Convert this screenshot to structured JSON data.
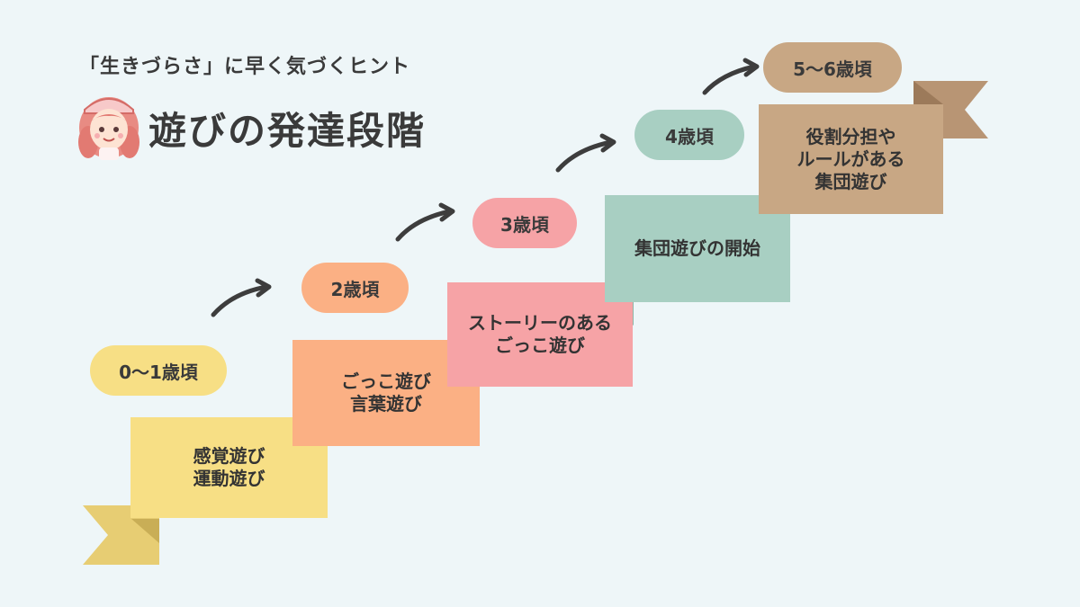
{
  "header": {
    "subtitle": "「生きづらさ」に早く気づくヒント",
    "title": "遊びの発達段階"
  },
  "colors": {
    "background": "#eef6f8",
    "stage1": "#f7df85",
    "stage2": "#fbb084",
    "stage3": "#f6a3a6",
    "stage4": "#a8cfc2",
    "stage5": "#c8a784"
  },
  "stages": [
    {
      "age": "0〜1歳頃",
      "activity": "感覚遊び\n運動遊び"
    },
    {
      "age": "2歳頃",
      "activity": "ごっこ遊び\n言葉遊び"
    },
    {
      "age": "3歳頃",
      "activity": "ストーリーのある\nごっこ遊び"
    },
    {
      "age": "4歳頃",
      "activity": "集団遊びの開始"
    },
    {
      "age": "5〜6歳頃",
      "activity": "役割分担や\nルールがある\n集団遊び"
    }
  ]
}
